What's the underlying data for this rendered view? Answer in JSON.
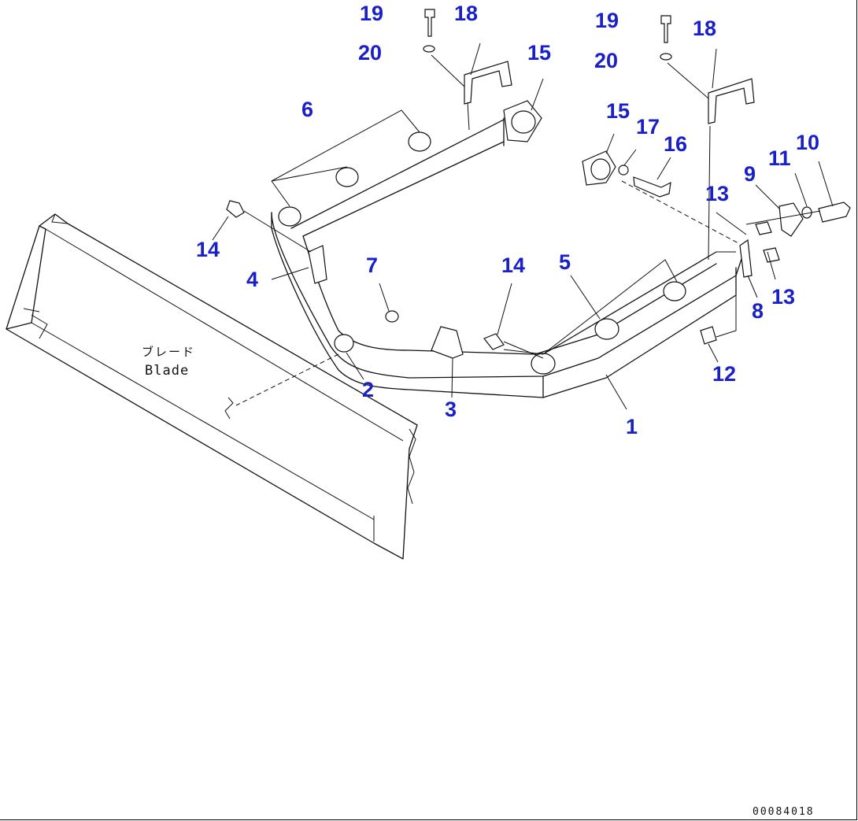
{
  "diagram": {
    "blade_label_jp": "ブレード",
    "blade_label_en": "Blade",
    "drawing_id": "00084018",
    "callout_color": "#1a20c8",
    "callouts": [
      {
        "id": "c19a",
        "text": "19"
      },
      {
        "id": "c18a",
        "text": "18"
      },
      {
        "id": "c20a",
        "text": "20"
      },
      {
        "id": "c15a",
        "text": "15"
      },
      {
        "id": "c19b",
        "text": "19"
      },
      {
        "id": "c18b",
        "text": "18"
      },
      {
        "id": "c20b",
        "text": "20"
      },
      {
        "id": "c6",
        "text": "6"
      },
      {
        "id": "c15b",
        "text": "15"
      },
      {
        "id": "c17",
        "text": "17"
      },
      {
        "id": "c16",
        "text": "16"
      },
      {
        "id": "c10",
        "text": "10"
      },
      {
        "id": "c11",
        "text": "11"
      },
      {
        "id": "c9",
        "text": "9"
      },
      {
        "id": "c13a",
        "text": "13"
      },
      {
        "id": "c14a",
        "text": "14"
      },
      {
        "id": "c4",
        "text": "4"
      },
      {
        "id": "c7",
        "text": "7"
      },
      {
        "id": "c14b",
        "text": "14"
      },
      {
        "id": "c5",
        "text": "5"
      },
      {
        "id": "c13b",
        "text": "13"
      },
      {
        "id": "c8",
        "text": "8"
      },
      {
        "id": "c12",
        "text": "12"
      },
      {
        "id": "c2",
        "text": "2"
      },
      {
        "id": "c3",
        "text": "3"
      },
      {
        "id": "c1",
        "text": "1"
      }
    ]
  }
}
